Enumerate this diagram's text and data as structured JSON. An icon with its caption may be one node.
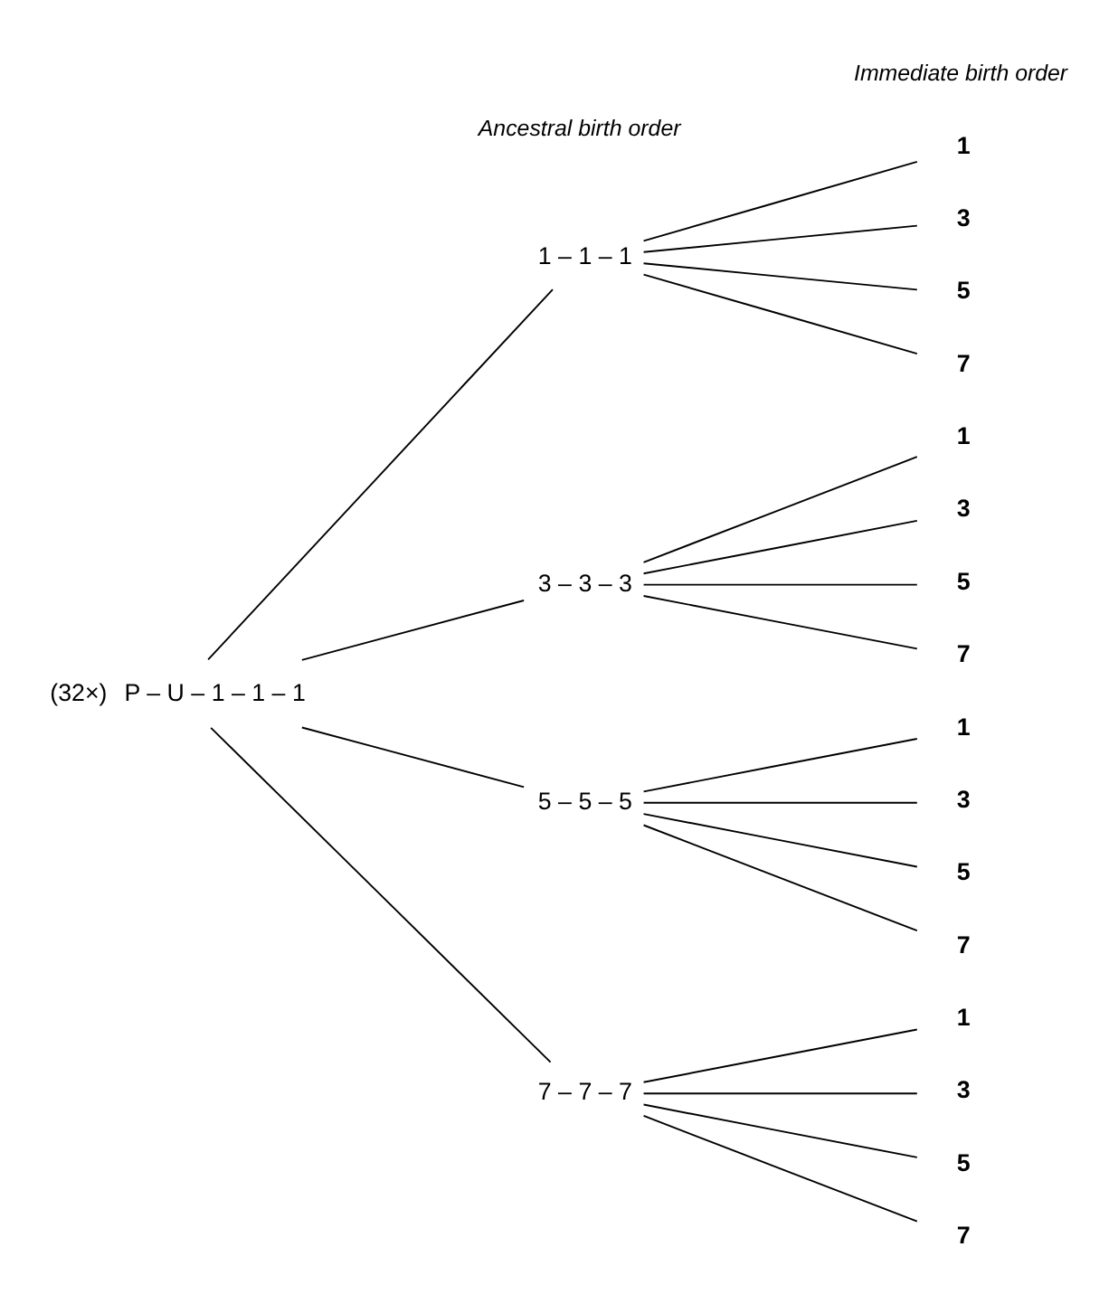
{
  "diagram": {
    "nodes": [
      {
        "text": [
          "P – U – 1 – 1 – 1"
        ],
        "beside": [
          "(32×)"
        ]
      },
      {
        "text": [
          "1 – 1 – 1"
        ]
      },
      {
        "text": [
          "1"
        ]
      },
      {
        "text": [
          "3"
        ]
      },
      {
        "text": [
          "5"
        ]
      },
      {
        "text": [
          "7"
        ]
      },
      {
        "text": [
          "3 – 3 – 3"
        ]
      },
      {
        "text": [
          "1"
        ]
      },
      {
        "text": [
          "3"
        ]
      },
      {
        "text": [
          "5"
        ]
      },
      {
        "text": [
          "7"
        ]
      },
      {
        "text": [
          "5 – 5 – 5"
        ]
      },
      {
        "text": [
          "1"
        ]
      },
      {
        "text": [
          "3"
        ]
      },
      {
        "text": [
          "5"
        ]
      },
      {
        "text": [
          "7"
        ]
      },
      {
        "text": [
          "7 – 7 – 7"
        ]
      },
      {
        "text": [
          "1"
        ]
      },
      {
        "text": [
          "3"
        ]
      },
      {
        "text": [
          "5"
        ]
      },
      {
        "text": [
          "7"
        ]
      }
    ],
    "edges": [
      {
        "from": 0,
        "to": 1,
        "arrow": "none"
      },
      {
        "from": 0,
        "to": 6,
        "arrow": "none"
      },
      {
        "from": 0,
        "to": 11,
        "arrow": "none"
      },
      {
        "from": 0,
        "to": 16,
        "arrow": "none"
      },
      {
        "from": 1,
        "to": 2,
        "arrow": "none"
      },
      {
        "from": 1,
        "to": 3,
        "arrow": "none"
      },
      {
        "from": 1,
        "to": 4,
        "arrow": "none"
      },
      {
        "from": 1,
        "to": 5,
        "arrow": "none"
      },
      {
        "from": 6,
        "to": 7,
        "arrow": "none"
      },
      {
        "from": 6,
        "to": 8,
        "arrow": "none"
      },
      {
        "from": 6,
        "to": 9,
        "arrow": "none"
      },
      {
        "from": 6,
        "to": 10,
        "arrow": "none"
      },
      {
        "from": 11,
        "to": 12,
        "arrow": "none"
      },
      {
        "from": 11,
        "to": 13,
        "arrow": "none"
      },
      {
        "from": 11,
        "to": 14,
        "arrow": "none"
      },
      {
        "from": 11,
        "to": 15,
        "arrow": "none"
      },
      {
        "from": 16,
        "to": 17,
        "arrow": "none"
      },
      {
        "from": 16,
        "to": 18,
        "arrow": "none"
      },
      {
        "from": 16,
        "to": 19,
        "arrow": "none"
      },
      {
        "from": 16,
        "to": 20,
        "arrow": "none"
      }
    ],
    "labels": [
      "Ancestral birth order",
      "Immediate birth order"
    ]
  }
}
